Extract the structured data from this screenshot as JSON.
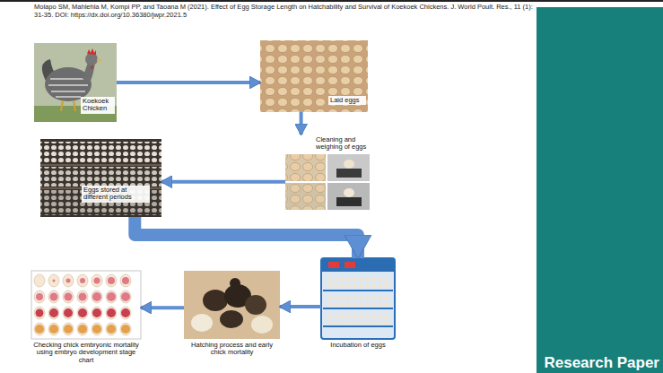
{
  "diagram": {
    "title": "Molapo SM, Mahlehla M, Kompi PP, and Taoana M (2021). Effect of Egg Storage Length on Hatchability and Survival of Koekoek Chickens. J. World Poult. Res., 11 (1): 31-35. DOI: https://dx.doi.org/10.36380/jwpr.2021.5",
    "nodes": [
      {
        "text": [
          "Koekoek Chicken"
        ]
      },
      {
        "text": [
          "Laid eggs"
        ]
      },
      {
        "text": [
          "Cleaning and weighing of eggs"
        ]
      },
      {
        "text": [
          "Eggs stored at different periods"
        ]
      },
      {
        "text": [
          "Incubation of eggs"
        ]
      },
      {
        "text": [
          "Hatching process and early chick mortality"
        ]
      },
      {
        "text": [
          "Checking chick embryonic mortality using embryo development stage chart"
        ]
      }
    ],
    "edges": [
      {
        "from": 0,
        "to": 1,
        "arrow": "to"
      },
      {
        "from": 1,
        "to": 2,
        "arrow": "to"
      },
      {
        "from": 2,
        "to": 3,
        "arrow": "to"
      },
      {
        "from": 3,
        "to": 4,
        "arrow": "to"
      },
      {
        "from": 4,
        "to": 5,
        "arrow": "to"
      },
      {
        "from": 5,
        "to": 6,
        "arrow": "to"
      }
    ],
    "labels": [
      "Research Paper"
    ]
  }
}
